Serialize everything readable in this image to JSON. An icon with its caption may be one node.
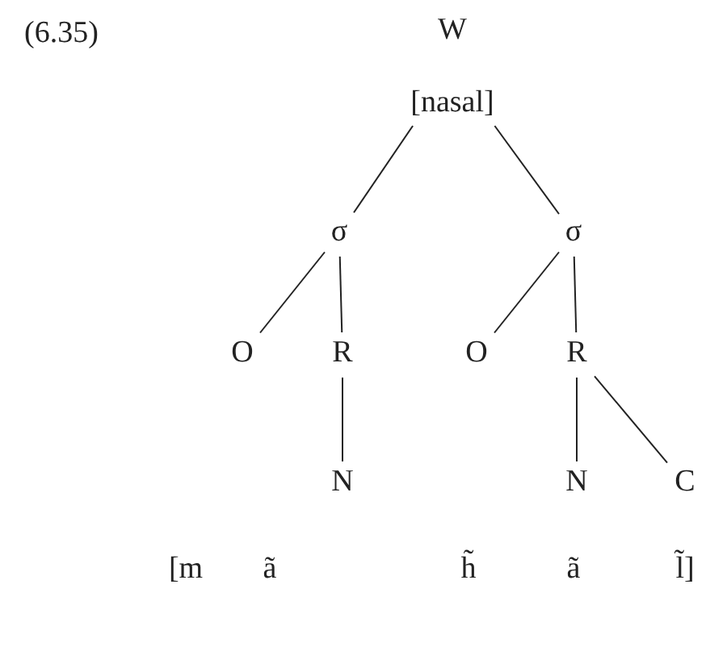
{
  "diagram": {
    "nodes": [
      {
        "text": [
          "W",
          "[nasal]"
        ]
      },
      {
        "text": [
          "σ"
        ]
      },
      {
        "text": [
          "σ"
        ]
      },
      {
        "text": [
          "O"
        ]
      },
      {
        "text": [
          "R"
        ]
      },
      {
        "text": [
          "O"
        ]
      },
      {
        "text": [
          "R"
        ]
      },
      {
        "text": [
          "N"
        ]
      },
      {
        "text": [
          "N"
        ]
      },
      {
        "text": [
          "C"
        ]
      }
    ],
    "edges": [
      {
        "from": 0,
        "to": 1,
        "arrow": "none"
      },
      {
        "from": 0,
        "to": 2,
        "arrow": "none"
      },
      {
        "from": 1,
        "to": 3,
        "arrow": "none"
      },
      {
        "from": 1,
        "to": 4,
        "arrow": "none"
      },
      {
        "from": 2,
        "to": 5,
        "arrow": "none"
      },
      {
        "from": 2,
        "to": 6,
        "arrow": "none"
      },
      {
        "from": 4,
        "to": 7,
        "arrow": "none"
      },
      {
        "from": 6,
        "to": 8,
        "arrow": "none"
      },
      {
        "from": 6,
        "to": 9,
        "arrow": "none"
      }
    ],
    "labels": [
      "(6.35)",
      "[m",
      "ã",
      "h̃",
      "ã",
      "l̃]"
    ]
  }
}
